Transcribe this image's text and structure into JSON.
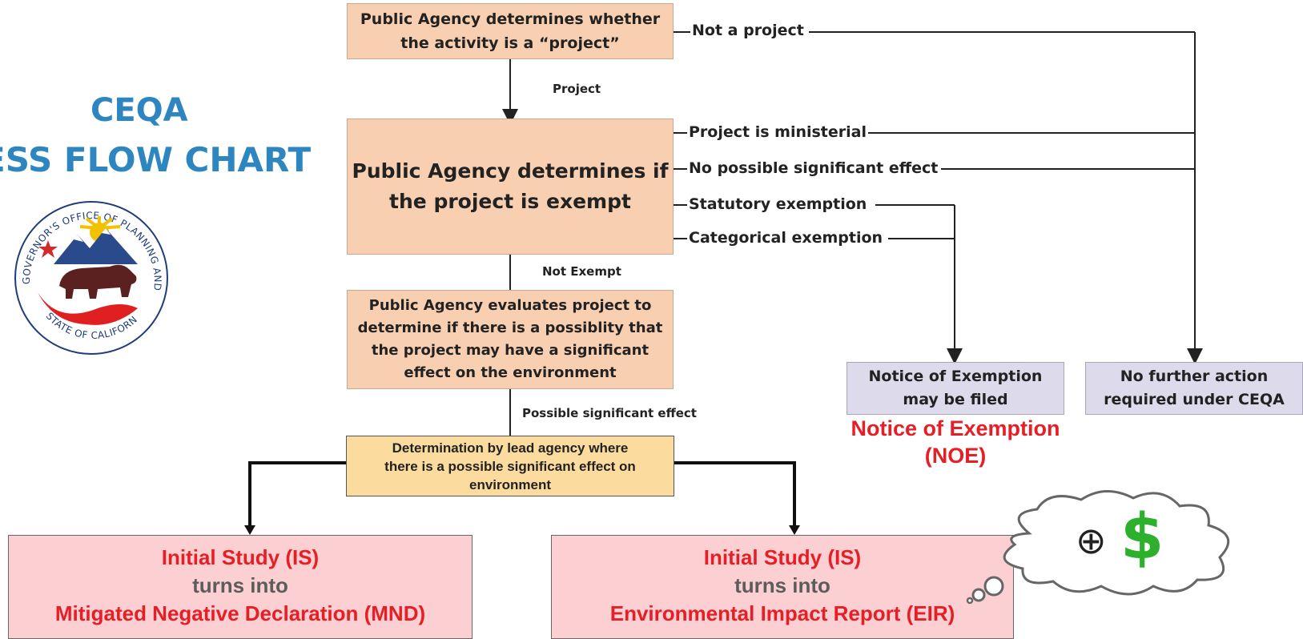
{
  "header": {
    "line1": "CEQA",
    "line2": "ESS FLOW CHART"
  },
  "seal": {
    "arc_top": "GOVERNOR'S OFFICE OF PLANNING AND RESEARCH",
    "arc_bottom": "STATE OF CALIFORNIA"
  },
  "boxes": {
    "step1": [
      "Public Agency determines whether",
      "the activity is a “project”"
    ],
    "step2": [
      "Public Agency determines if",
      "the project is exempt"
    ],
    "step3": [
      "Public Agency evaluates project to",
      "determine if there is a possiblity that",
      "the project may have a significant",
      "effect on the environment"
    ],
    "step4": [
      "Determination by lead agency where",
      "there is a possible significant effect on",
      "environment"
    ],
    "noe_box": [
      "Notice of Exemption",
      "may be filed"
    ],
    "no_action": [
      "No further action",
      "required under CEQA"
    ]
  },
  "labels": {
    "not_project": "Not a project",
    "project": "Project",
    "ministerial": "Project is ministerial",
    "no_effect": "No possible significant effect",
    "statutory": "Statutory exemption",
    "categorical": "Categorical exemption",
    "not_exempt": "Not Exempt",
    "possible_effect": "Possible significant effect"
  },
  "noe_caption": [
    "Notice of Exemption",
    "(NOE)"
  ],
  "outcomes": {
    "mnd": {
      "line1": "Initial Study (IS)",
      "line2": "turns into",
      "line3": "Mitigated Negative Declaration (MND)"
    },
    "eir": {
      "line1": "Initial Study (IS)",
      "line2": "turns into",
      "line3": "Environmental Impact Report (EIR)"
    }
  },
  "thought_bubble": {
    "plus_symbol": "⊕",
    "dollar": "$",
    "icon": "cost-increase-icon"
  },
  "colors": {
    "title_blue": "#2e86c1",
    "peach": "#f8d0b1",
    "gray_box": "#dcdaeb",
    "yellow_box": "#fbdb9e",
    "pink_box": "#fcd0d2",
    "red_text": "#e61e25",
    "dollar_green": "#2db12d"
  }
}
